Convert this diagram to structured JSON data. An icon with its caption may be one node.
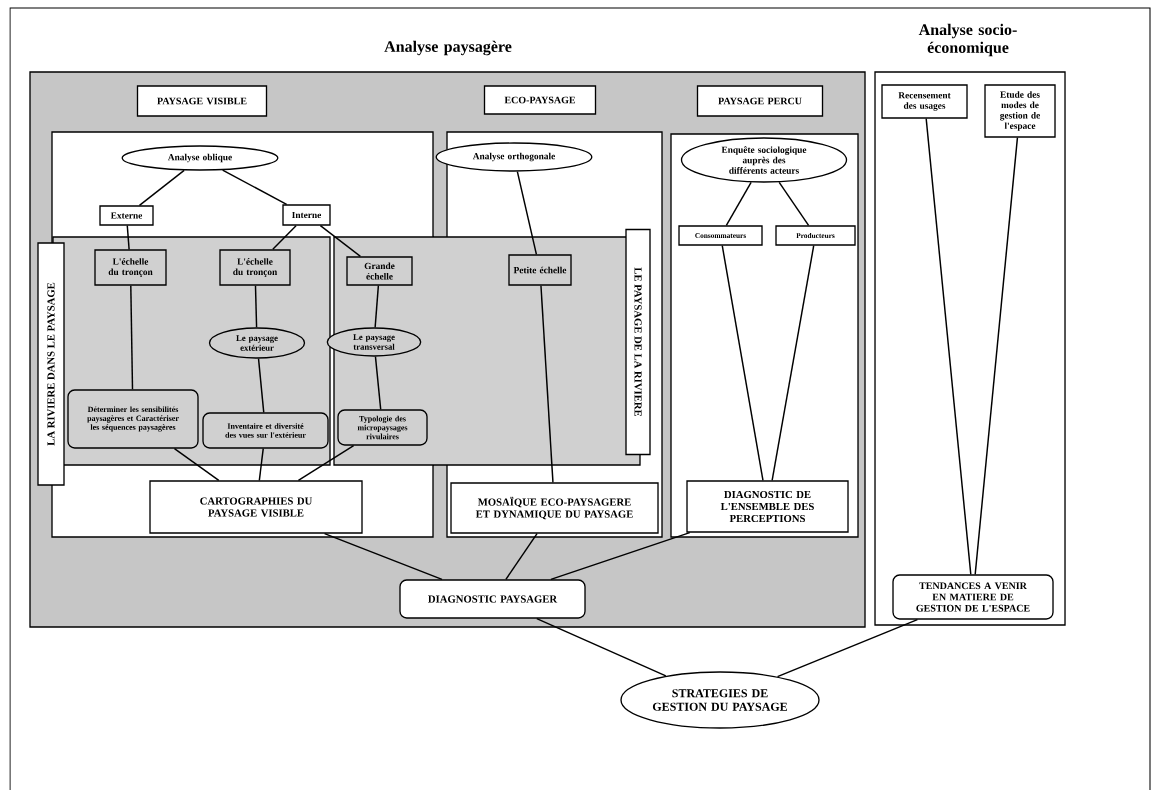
{
  "diagram": {
    "nodes": [
      {
        "text": [
          "Analyse paysagère"
        ]
      },
      {
        "text": [
          "Analyse socio-économique"
        ]
      },
      {
        "text": [
          "PAYSAGE VISIBLE"
        ],
        "in": 0
      },
      {
        "text": [
          "ECO-PAYSAGE"
        ],
        "in": 0
      },
      {
        "text": [
          "PAYSAGE PERCU"
        ],
        "in": 0
      },
      {
        "text": [],
        "shape": "box",
        "in": 0
      },
      {
        "text": [],
        "shape": "box",
        "in": 0
      },
      {
        "text": [],
        "shape": "box",
        "in": 0
      },
      {
        "text": [
          "LA RIVIERE DANS LE PAYSAGE"
        ],
        "in": 0
      },
      {
        "text": [
          "LE PAYSAGE DE LA RIVIERE"
        ],
        "in": 6
      },
      {
        "text": [
          "Analyse oblique"
        ],
        "in": 5
      },
      {
        "text": [
          "Externe"
        ],
        "in": 5
      },
      {
        "text": [
          "Interne"
        ],
        "in": 5
      },
      {
        "text": [
          "L'échelle du tronçon"
        ],
        "in": 5
      },
      {
        "text": [
          "L'échelle du tronçon"
        ],
        "in": 5
      },
      {
        "text": [
          "Grande échelle"
        ],
        "in": 5
      },
      {
        "text": [
          "Petite échelle"
        ],
        "in": 6
      },
      {
        "text": [
          "Le paysage extérieur"
        ],
        "in": 5
      },
      {
        "text": [
          "Le paysage transversal"
        ],
        "in": 5
      },
      {
        "text": [
          "Déterminer les sensibilités paysagères et Caractériser les séquences paysagères"
        ],
        "in": 5
      },
      {
        "text": [
          "Inventaire et diversité des vues sur l'extérieur"
        ],
        "in": 5
      },
      {
        "text": [
          "Typologie des micropaysages rivulaires"
        ],
        "in": 5
      },
      {
        "text": [
          "CARTOGRAPHIES DU PAYSAGE VISIBLE"
        ],
        "in": 5
      },
      {
        "text": [
          "Analyse orthogonale"
        ],
        "in": 6
      },
      {
        "text": [
          "MOSAÏQUE ECO-PAYSAGERE ET DYNAMIQUE DU PAYSAGE"
        ],
        "in": 6
      },
      {
        "text": [
          "Enquête sociologique auprès des différents acteurs"
        ],
        "in": 7
      },
      {
        "text": [
          "Consommateurs"
        ],
        "in": 7
      },
      {
        "text": [
          "Producteurs"
        ],
        "in": 7
      },
      {
        "text": [
          "DIAGNOSTIC DE L'ENSEMBLE DES PERCEPTIONS"
        ],
        "in": 7
      },
      {
        "text": [
          "DIAGNOSTIC PAYSAGER"
        ],
        "in": 0
      },
      {
        "text": [
          "Recensement des usages"
        ],
        "in": 1
      },
      {
        "text": [
          "Etude des modes de gestion de l'espace"
        ],
        "in": 1
      },
      {
        "text": [
          "TENDANCES A VENIR EN MATIERE DE GESTION DE L'ESPACE"
        ],
        "in": 1
      },
      {
        "text": [
          "STRATEGIES DE GESTION DU PAYSAGE"
        ]
      }
    ],
    "edges": [
      {
        "from": 10,
        "to": 11,
        "arrow": "none"
      },
      {
        "from": 10,
        "to": 12,
        "arrow": "none"
      },
      {
        "from": 11,
        "to": 13,
        "arrow": "none"
      },
      {
        "from": 12,
        "to": 14,
        "arrow": "none"
      },
      {
        "from": 12,
        "to": 15,
        "arrow": "none"
      },
      {
        "from": 14,
        "to": 17,
        "arrow": "none"
      },
      {
        "from": 15,
        "to": 18,
        "arrow": "none"
      },
      {
        "from": 13,
        "to": 19,
        "arrow": "none"
      },
      {
        "from": 17,
        "to": 20,
        "arrow": "none"
      },
      {
        "from": 18,
        "to": 21,
        "arrow": "none"
      },
      {
        "from": 19,
        "to": 22,
        "arrow": "none"
      },
      {
        "from": 20,
        "to": 22,
        "arrow": "none"
      },
      {
        "from": 21,
        "to": 22,
        "arrow": "none"
      },
      {
        "from": 23,
        "to": 16,
        "arrow": "none"
      },
      {
        "from": 16,
        "to": 24,
        "arrow": "none"
      },
      {
        "from": 25,
        "to": 26,
        "arrow": "none"
      },
      {
        "from": 25,
        "to": 27,
        "arrow": "none"
      },
      {
        "from": 26,
        "to": 28,
        "arrow": "none"
      },
      {
        "from": 27,
        "to": 28,
        "arrow": "none"
      },
      {
        "from": 22,
        "to": 29,
        "arrow": "none"
      },
      {
        "from": 24,
        "to": 29,
        "arrow": "none"
      },
      {
        "from": 28,
        "to": 29,
        "arrow": "none"
      },
      {
        "from": 30,
        "to": 32,
        "arrow": "none"
      },
      {
        "from": 31,
        "to": 32,
        "arrow": "none"
      },
      {
        "from": 29,
        "to": 33,
        "arrow": "none"
      },
      {
        "from": 32,
        "to": 33,
        "arrow": "none"
      }
    ]
  }
}
